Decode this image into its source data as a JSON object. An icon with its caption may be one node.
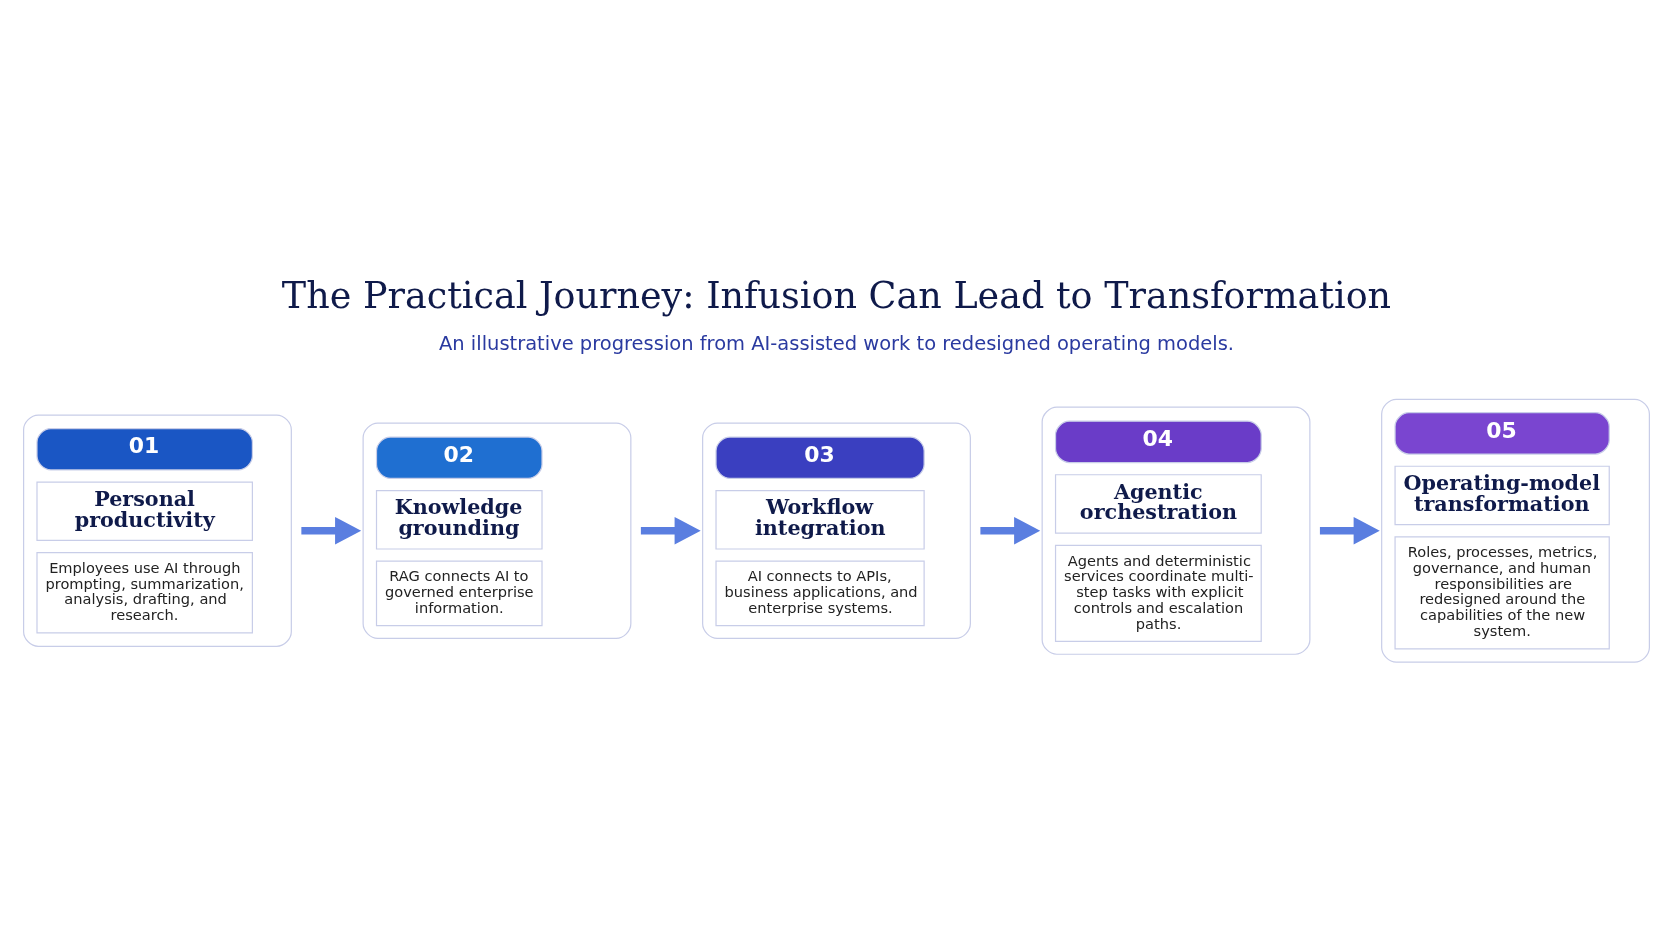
{
  "diagram": {
    "title": "The Practical Journey: Infusion Can Lead to Transformation",
    "nodes": [
      {
        "text": [
          "01",
          "Personal productivity",
          "Employees use AI through prompting, summarization, analysis, drafting, and research."
        ]
      },
      {
        "text": [
          "02",
          "Knowledge grounding",
          "RAG connects AI to governed enterprise information."
        ]
      },
      {
        "text": [
          "03",
          "Workflow integration",
          "AI connects to APIs, business applications, and enterprise systems."
        ]
      },
      {
        "text": [
          "04",
          "Agentic orchestration",
          "Agents and deterministic services coordinate multi-step tasks with explicit controls and escalation paths."
        ]
      },
      {
        "text": [
          "05",
          "Operating-model transformation",
          "Roles, processes, metrics, governance, and human responsibilities are redesigned around the capabilities of the new system."
        ]
      }
    ],
    "edges": [
      {
        "from": 0,
        "to": 1,
        "arrow": "to"
      },
      {
        "from": 1,
        "to": 2,
        "arrow": "to"
      },
      {
        "from": 2,
        "to": 3,
        "arrow": "to"
      },
      {
        "from": 3,
        "to": 4,
        "arrow": "to"
      }
    ],
    "labels": [
      "An illustrative progression from AI-assisted work to redesigned operating models."
    ]
  }
}
